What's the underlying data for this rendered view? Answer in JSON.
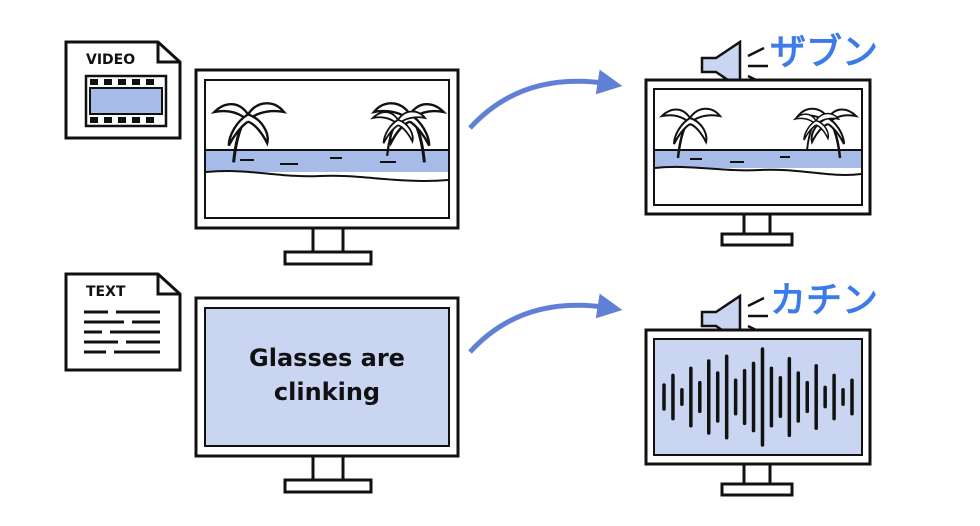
{
  "colors": {
    "stroke": "#111111",
    "fill_light": "#c9d5f1",
    "fill_mid": "#a7bbe8",
    "arrow": "#5f80d4",
    "sound_text": "#3d7be8",
    "background": "#ffffff"
  },
  "rows": [
    {
      "file": {
        "label": "VIDEO",
        "icon": "video-file-icon"
      },
      "input_screen": {
        "icon": "beach-palm-scene"
      },
      "output": {
        "sound_word": "ザブン",
        "icon": "speaker-icon",
        "screen_icon": "beach-palm-scene"
      }
    },
    {
      "file": {
        "label": "TEXT",
        "icon": "text-file-icon"
      },
      "input_screen": {
        "text_line1": "Glasses are",
        "text_line2": "clinking"
      },
      "output": {
        "sound_word": "カチン",
        "icon": "speaker-icon",
        "screen_icon": "waveform",
        "waveform_levels": [
          0.25,
          0.45,
          0.15,
          0.6,
          0.3,
          0.75,
          0.5,
          0.85,
          0.35,
          0.55,
          0.7,
          1.0,
          0.6,
          0.4,
          0.8,
          0.5,
          0.3,
          0.65,
          0.2,
          0.45,
          0.15,
          0.35
        ]
      }
    }
  ]
}
